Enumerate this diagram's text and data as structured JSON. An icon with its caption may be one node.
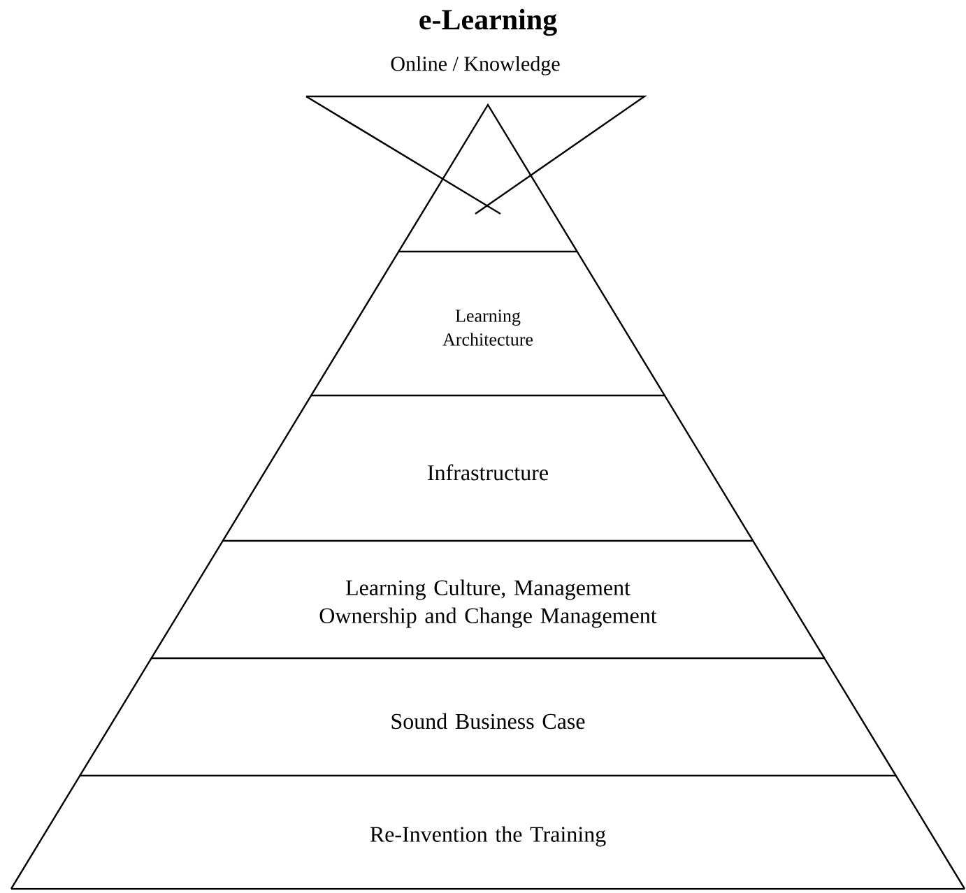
{
  "diagram": {
    "title": "e-Learning",
    "nodes": [
      {
        "text": [
          "Online / Knowledge"
        ]
      },
      {
        "text": [],
        "shape": "triangle"
      },
      {
        "text": [
          "Learning Architecture"
        ]
      },
      {
        "text": [
          "Infrastructure"
        ]
      },
      {
        "text": [
          "Learning Culture, Management Ownership and Change Management"
        ]
      },
      {
        "text": [
          "Sound Business Case"
        ]
      },
      {
        "text": [
          "Re-Invention the Training"
        ]
      }
    ]
  }
}
